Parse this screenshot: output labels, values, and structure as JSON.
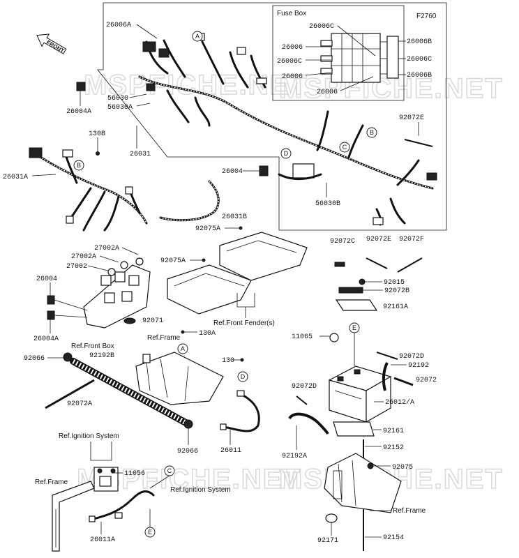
{
  "figure_code": "F2760",
  "front_label": "FRONT",
  "fuse_box": {
    "title": "Fuse Box",
    "left_labels": [
      "26006C",
      "26006",
      "26006C",
      "26006",
      "26006"
    ],
    "right_labels": [
      "26006B",
      "26006C",
      "26006B"
    ]
  },
  "callouts": {
    "A": "A",
    "B": "B",
    "C": "C",
    "D": "D",
    "E": "E"
  },
  "labels": {
    "p26006A": "26006A",
    "p26004A_top": "26004A",
    "p56030": "56030",
    "p56030A": "56030A",
    "p130B": "130B",
    "p26031": "26031",
    "p26031A": "26031A",
    "p92072E_top": "92072E",
    "p26004": "26004",
    "p56030B": "56030B",
    "p26031B": "26031B",
    "p92075A_1": "92075A",
    "p92075A_2": "92075A",
    "p27002A_1": "27002A",
    "p27002A_2": "27002A",
    "p27002": "27002",
    "p26004_left": "26004",
    "p26004A_left": "26004A",
    "p92071": "92071",
    "ref_front_box": "Ref.Front Box",
    "ref_front_fender": "Ref.Front Fender(s)",
    "p92072C": "92072C",
    "p92072E_mid": "92072E",
    "p92072F": "92072F",
    "p92015": "92015",
    "p92072B": "92072B",
    "p92161A": "92161A",
    "ref_frame_1": "Ref.Frame",
    "p130A": "130A",
    "p11065": "11065",
    "p92066_1": "92066",
    "p92192B": "92192B",
    "p92072D_1": "92072D",
    "p92192": "92192",
    "p130": "130",
    "p92072": "92072",
    "p92072A": "92072A",
    "p92072D_2": "92072D",
    "p26012A": "26012/A",
    "p92161": "92161",
    "p92066_2": "92066",
    "p26011": "26011",
    "p92192A": "92192A",
    "p92152": "92152",
    "ref_ignition_1": "Ref.Ignition System",
    "p92075": "92075",
    "p11056": "11056",
    "ref_frame_2": "Ref.Frame",
    "ref_ignition_2": "Ref.Ignition System",
    "ref_frame_3": "Ref.Frame",
    "p26011A": "26011A",
    "p92171": "92171",
    "p92154": "92154"
  },
  "watermark": "MSPFICHE.NET"
}
